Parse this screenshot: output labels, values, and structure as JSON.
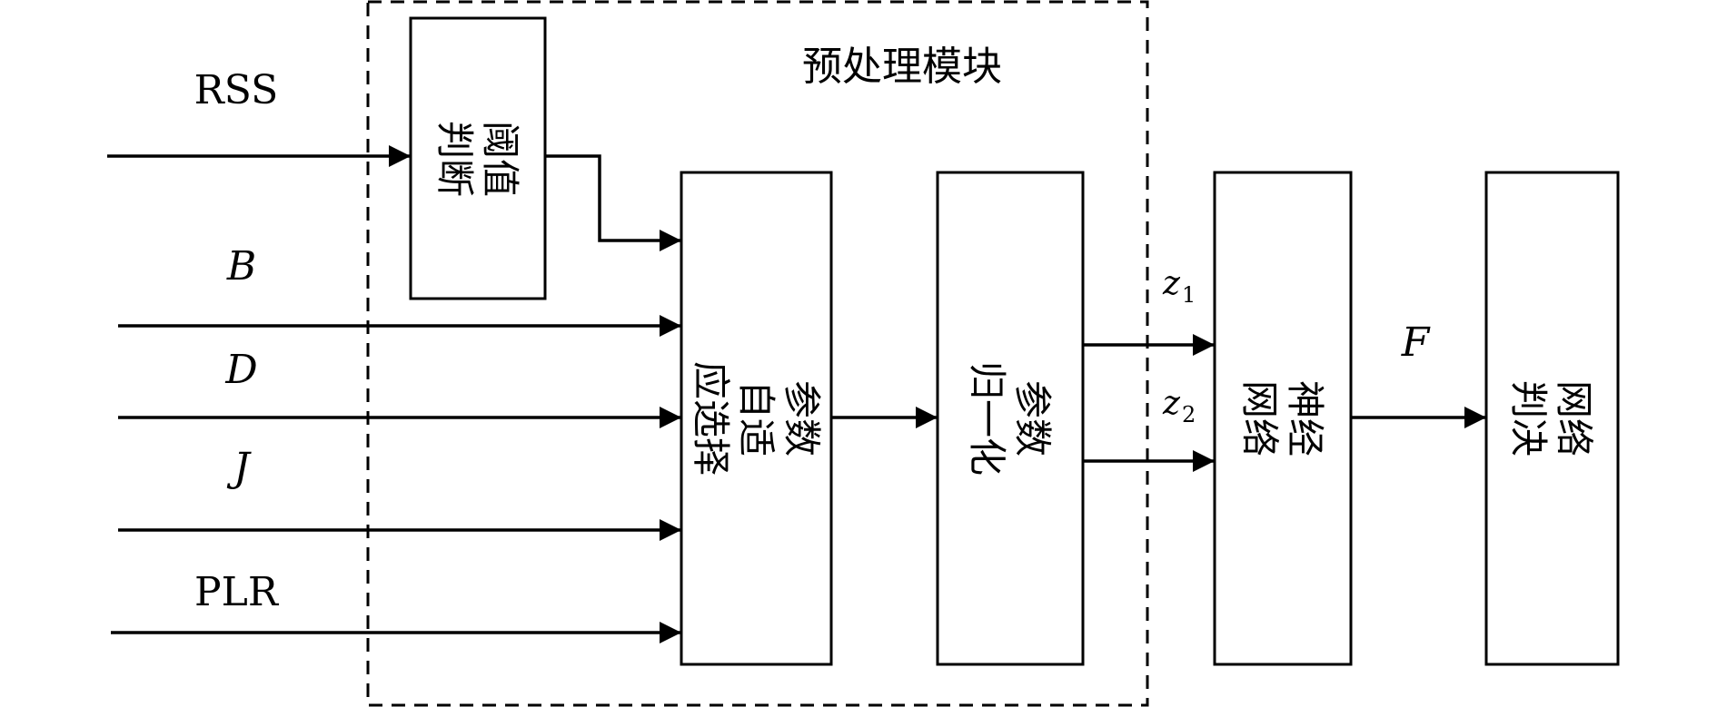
{
  "module": {
    "title": "预处理模块"
  },
  "inputs": [
    {
      "label": "RSS",
      "math": false
    },
    {
      "label": "B",
      "math": true
    },
    {
      "label": "D",
      "math": true
    },
    {
      "label": "J",
      "math": true
    },
    {
      "label": "PLR",
      "math": false
    }
  ],
  "blocks": {
    "threshold": {
      "lines": [
        "阈值",
        "判断"
      ]
    },
    "select": {
      "lines": [
        "参数",
        "自适",
        "应选择"
      ]
    },
    "normalize": {
      "lines": [
        "参数",
        "归一化"
      ]
    },
    "neural": {
      "lines": [
        "神经",
        "网络"
      ]
    },
    "decision": {
      "lines": [
        "网络",
        "判决"
      ]
    }
  },
  "signals": {
    "z1": {
      "base": "z",
      "sub": "1"
    },
    "z2": {
      "base": "z",
      "sub": "2"
    },
    "f": "F"
  }
}
